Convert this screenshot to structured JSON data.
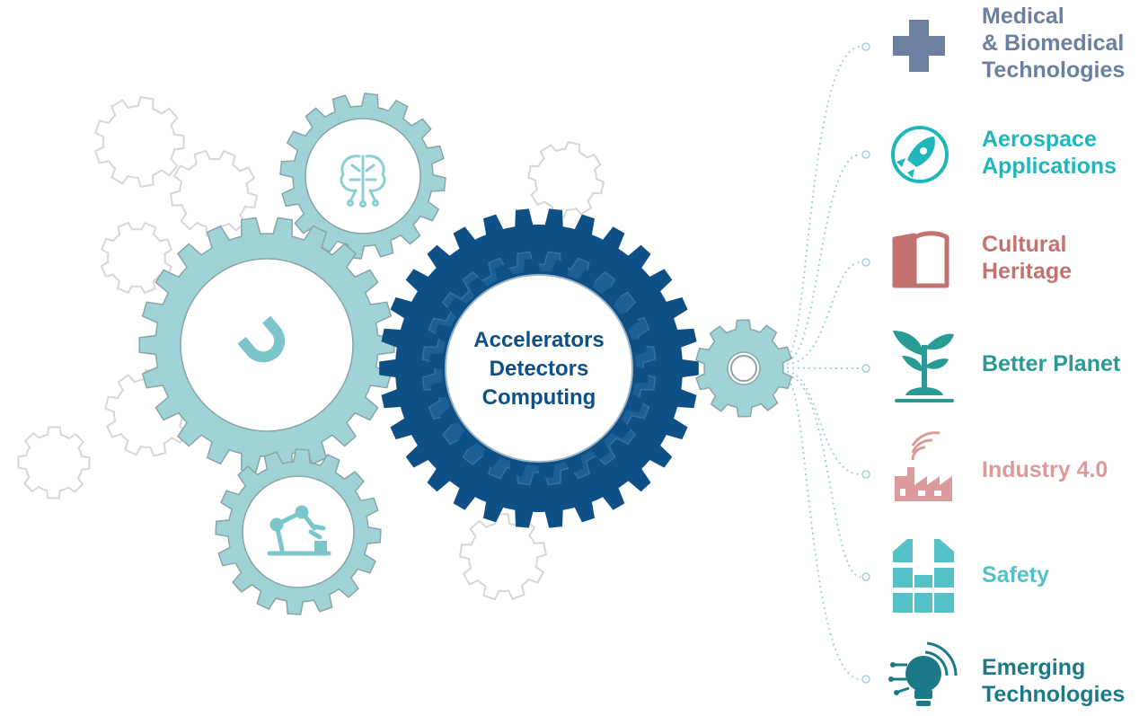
{
  "core": {
    "lines": [
      "Accelerators",
      "Detectors",
      "Computing"
    ]
  },
  "colors": {
    "dark_gear": "#0e4f85",
    "dark_gear_inner": "#1b5f96",
    "light_gear": "#9fd3d6",
    "outline_gear": "#d7d7d7",
    "connector": "#9fd3d6"
  },
  "gear_icons": [
    "brain-circuit-icon",
    "magnet-icon",
    "robot-arm-icon"
  ],
  "applications": [
    {
      "id": "medical",
      "lines": [
        "Medical",
        "& Biomedical",
        "Technologies"
      ],
      "color": "#6b7fa0",
      "icon": "medical-cross-icon"
    },
    {
      "id": "aerospace",
      "lines": [
        "Aerospace",
        "Applications"
      ],
      "color": "#1fb7b9",
      "icon": "rocket-icon"
    },
    {
      "id": "cultural",
      "lines": [
        "Cultural",
        "Heritage"
      ],
      "color": "#c3736f",
      "icon": "open-book-icon"
    },
    {
      "id": "planet",
      "lines": [
        "Better Planet"
      ],
      "color": "#2a9a95",
      "icon": "sprout-icon"
    },
    {
      "id": "industry",
      "lines": [
        "Industry 4.0"
      ],
      "color": "#dd9a9b",
      "icon": "factory-icon"
    },
    {
      "id": "safety",
      "lines": [
        "Safety"
      ],
      "color": "#56c0c9",
      "icon": "safety-vest-icon"
    },
    {
      "id": "emerging",
      "lines": [
        "Emerging",
        "Technologies"
      ],
      "color": "#1c7a88",
      "icon": "lightbulb-circuit-icon"
    }
  ]
}
